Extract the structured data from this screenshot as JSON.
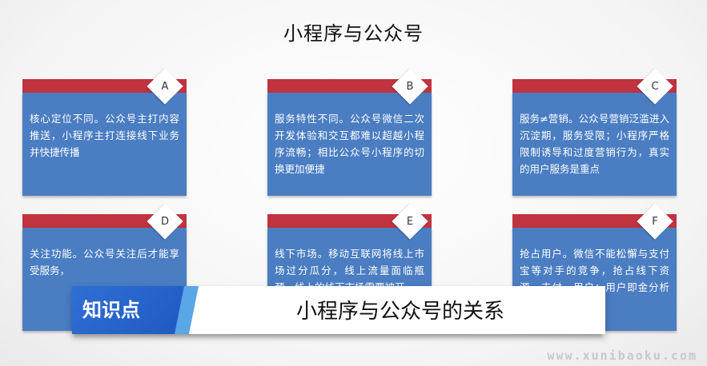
{
  "title": "小程序与公众号",
  "cards": [
    {
      "letter": "A",
      "text": "核心定位不同。公众号主打内容推送，小程序主打连接线下业务并快捷传播"
    },
    {
      "letter": "B",
      "text": "服务特性不同。公众号微信二次开发体验和交互都难以超越小程序流畅；相比公众号小程序的切换更加便捷"
    },
    {
      "letter": "C",
      "text": "服务≠营销。公众号营销泛滥进入沉淀期，服务受限；小程序严格限制诱导和过度营销行为，真实的用户服务是重点"
    },
    {
      "letter": "D",
      "text": "关注功能。公众号关注后才能享受服务，"
    },
    {
      "letter": "E",
      "text": "线下市场。移动互联网将线上市场过分瓜分，线上流量面临瓶颈，线上的线下市场需要被开"
    },
    {
      "letter": "F",
      "text": "抢占用户。微信不能松懈与支付宝等对手的竞争，抢占线下资源、支付、用户；用户即金分析服能"
    }
  ],
  "banner": {
    "tag": "知识点",
    "text": "小程序与公众号的关系"
  },
  "watermark": "www.xunibaoku.com"
}
